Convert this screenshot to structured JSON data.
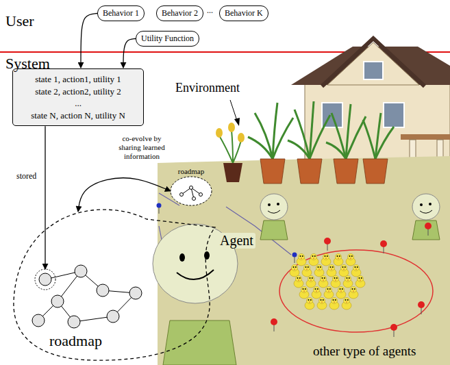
{
  "diagram": {
    "nodes": [
      {
        "text": [
          "Behavior 1"
        ]
      },
      {
        "text": [
          "Behavior 2"
        ]
      },
      {
        "text": [
          "Behavior K"
        ]
      },
      {
        "text": [
          "Utility Function"
        ]
      },
      {
        "text": [
          "state 1, action1, utility 1",
          "state 2, action2, utility 2",
          "...",
          "state N, action N, utility N"
        ]
      },
      {
        "text": [
          "roadmap"
        ]
      },
      {
        "text": [
          "roadmap"
        ]
      }
    ],
    "edges": [
      {
        "from": 0,
        "to": 4,
        "arrow": "to"
      },
      {
        "from": 3,
        "to": 4,
        "arrow": "to"
      },
      {
        "from": 4,
        "to": 6,
        "arrow": "to",
        "label": "stored"
      },
      {
        "from": 6,
        "to": 5,
        "arrow": "both",
        "label": "co-evolve by sharing learned information"
      }
    ],
    "labels": [
      "User",
      "...",
      "System",
      "Environment",
      "Agent",
      "other type of agents"
    ]
  }
}
